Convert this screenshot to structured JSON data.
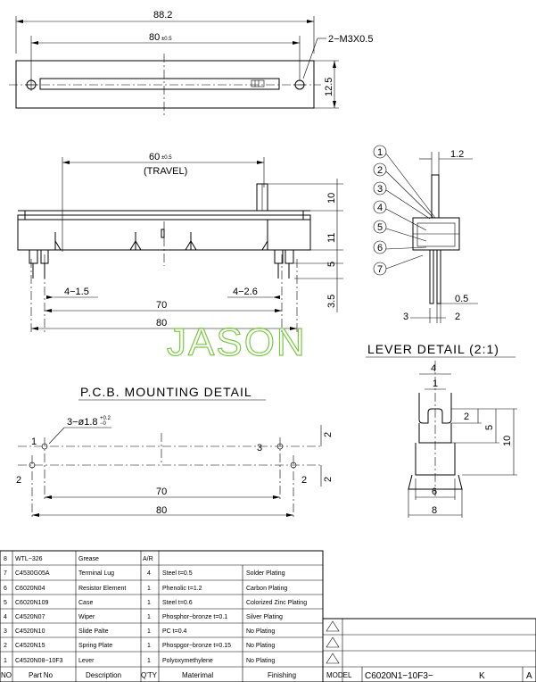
{
  "top_view": {
    "overall_width": "88.2",
    "hole_pitch": "80",
    "hole_pitch_tol": "±0.5",
    "holes": "2−M3X0.5",
    "height": "12.5"
  },
  "side_view": {
    "travel": "60",
    "travel_tol": "±0.5",
    "travel_label": "(TRAVEL)",
    "lever_height": "10",
    "body_height": "11",
    "pin_height": "5",
    "pin_length": "3.5",
    "left_pins": "4−1.5",
    "right_pins": "4−2.6",
    "inner_span": "70",
    "outer_span": "80"
  },
  "section_view": {
    "callouts": [
      "1",
      "2",
      "3",
      "4",
      "5",
      "6",
      "7"
    ],
    "lever_thickness": "1.2",
    "pin_thickness": "0.5",
    "dim_3": "3",
    "dim_2": "2"
  },
  "logo": "JASON",
  "lever_detail": {
    "title": "LEVER  DETAIL  (2:1)",
    "dims": {
      "top_width": "4",
      "inner_width": "1",
      "slot": "2",
      "mid": "5",
      "total": "10",
      "neck": "6",
      "base": "8"
    }
  },
  "pcb": {
    "title": "P.C.B.  MOUNTING  DETAIL",
    "hole_spec": "3−ø1.8",
    "hole_tol": "+0.2",
    "hole_tol2": "−0",
    "marks": [
      "1",
      "2",
      "3",
      "2"
    ],
    "dim_2": "2",
    "dim_2b": "2",
    "inner_span": "70",
    "outer_span": "80"
  },
  "bom": {
    "header": {
      "no": "NO",
      "part_no": "Part No",
      "description": "Description",
      "qty": "Q'TY",
      "material": "Materimal",
      "finishing": "Finishing"
    },
    "rows": [
      {
        "no": "8",
        "part_no": "WTL−326",
        "description": "Grease",
        "qty": "A/R",
        "material": "",
        "finishing": ""
      },
      {
        "no": "7",
        "part_no": "C4530G05A",
        "description": "Terminal Lug",
        "qty": "4",
        "material": "Steel  t=0.5",
        "finishing": "Solder Plating"
      },
      {
        "no": "6",
        "part_no": "C6020N04",
        "description": "Resistor Element",
        "qty": "1",
        "material": "Phenolic  t=1.2",
        "finishing": "Carbon Plating"
      },
      {
        "no": "5",
        "part_no": "C6020N109",
        "description": "Case",
        "qty": "1",
        "material": "Steel  t=0.6",
        "finishing": "Colorized Zinc Plating"
      },
      {
        "no": "4",
        "part_no": "C4520N07",
        "description": "Wiper",
        "qty": "1",
        "material": "Phosphor−bronze  t=0.1",
        "finishing": "Silver Plating"
      },
      {
        "no": "3",
        "part_no": "C4520N10",
        "description": "Slide Palte",
        "qty": "1",
        "material": "PC  t=0.4",
        "finishing": "No Plating"
      },
      {
        "no": "2",
        "part_no": "C4520N15",
        "description": "Spring Plate",
        "qty": "1",
        "material": "Phospgor−bronze  t=0.15",
        "finishing": "No Plating"
      },
      {
        "no": "1",
        "part_no": "C4520N08−10F3",
        "description": "Lever",
        "qty": "1",
        "material": "Polyoxymethylene",
        "finishing": "No Plating"
      }
    ]
  },
  "title_block": {
    "model_label": "MODEL",
    "model": "C6020N1−10F3−",
    "code": "K",
    "rev": "A"
  }
}
